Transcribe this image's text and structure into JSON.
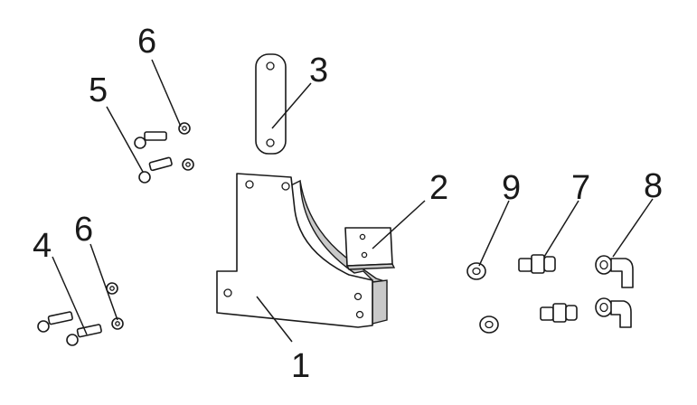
{
  "callouts": {
    "c1": "1",
    "c2": "2",
    "c3": "3",
    "c4": "4",
    "c5": "5",
    "c6_top": "6",
    "c6_bottom": "6",
    "c7": "7",
    "c8": "8",
    "c9": "9"
  }
}
